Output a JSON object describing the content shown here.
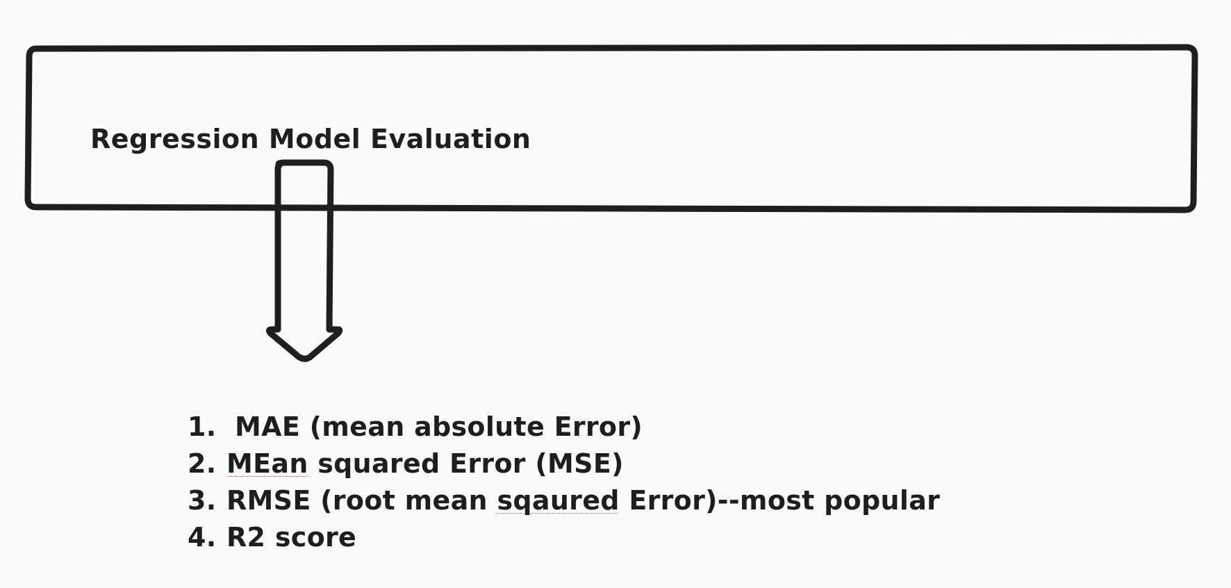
{
  "diagram": {
    "title": "Regression Model Evaluation",
    "items": [
      {
        "number": "1.",
        "text": "MAE (mean absolute Error)"
      },
      {
        "number": "2.",
        "prefix": "",
        "flagged": "MEan",
        "text": " squared Error (MSE)"
      },
      {
        "number": "3.",
        "prefix": "RMSE (root mean ",
        "flagged": "sqaured",
        "text": " Error)--most popular"
      },
      {
        "number": "4.",
        "text": "R2 score"
      }
    ],
    "colors": {
      "stroke": "#1e1e1e",
      "background": "#f9fafb",
      "spellcheck": "#e06666"
    },
    "icons": {
      "arrow": "down-arrow-icon"
    }
  }
}
